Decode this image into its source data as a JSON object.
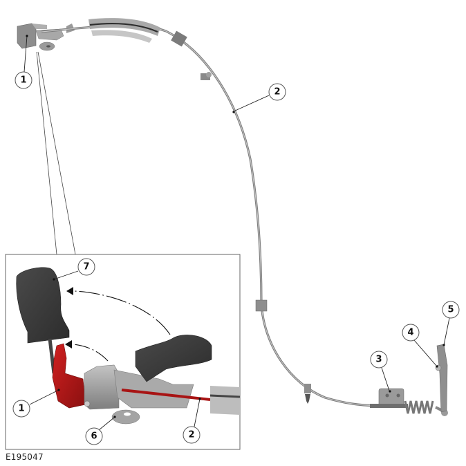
{
  "figure": {
    "id": "E195047",
    "type": "exploded component diagram",
    "subject": "Parking brake / release handle cable assembly"
  },
  "callouts": {
    "main": [
      {
        "number": "1",
        "label": "1"
      },
      {
        "number": "2",
        "label": "2"
      },
      {
        "number": "3",
        "label": "3"
      },
      {
        "number": "4",
        "label": "4"
      },
      {
        "number": "5",
        "label": "5"
      }
    ],
    "inset": [
      {
        "number": "7",
        "label": "7"
      },
      {
        "number": "1",
        "label": "1"
      },
      {
        "number": "6",
        "label": "6"
      },
      {
        "number": "2",
        "label": "2"
      }
    ]
  },
  "colors": {
    "highlight_red": "#b01818",
    "handle_dark": "#3a3a3a",
    "metal_grey": "#9a9a9a",
    "cable_grey": "#8c8c8c",
    "frame": "#666666"
  }
}
